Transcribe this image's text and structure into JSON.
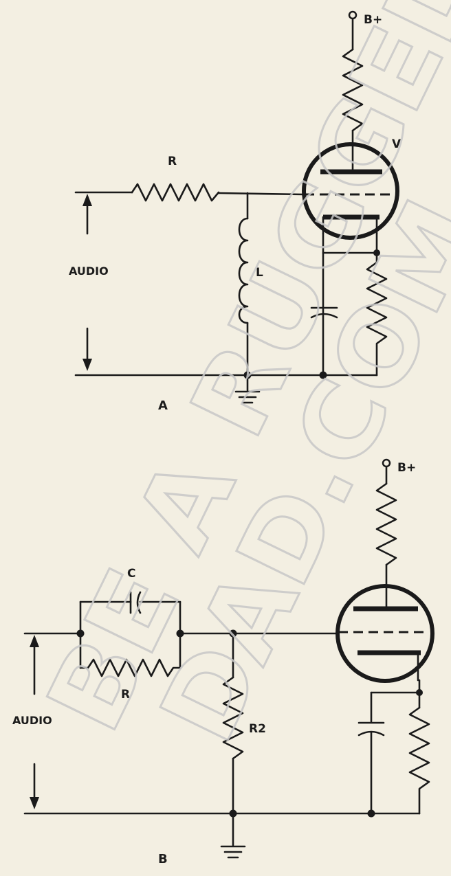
{
  "circuit_a": {
    "supply_label": "B+",
    "tube_label": "V",
    "series_resistor_label": "R",
    "inductor_label": "L",
    "input_label": "AUDIO",
    "figure_label": "A"
  },
  "circuit_b": {
    "supply_label": "B+",
    "capacitor_label": "C",
    "series_resistor_label": "R",
    "shunt_resistor_label": "R2",
    "input_label": "AUDIO",
    "figure_label": "B"
  },
  "watermark": {
    "line1": "BE A RUGGED",
    "line2": "DAD.COM"
  }
}
